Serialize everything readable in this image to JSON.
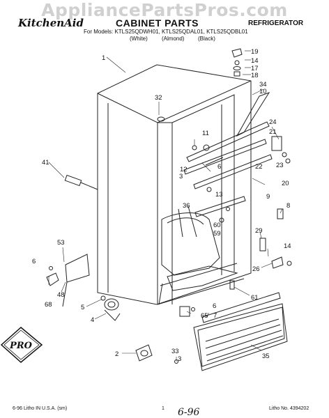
{
  "watermark": "AppliancePartsPros.com",
  "header": {
    "brand": "KitchenAid",
    "title": "CABINET PARTS",
    "subtitle": "REFRIGERATOR",
    "models_line": "For Models: KTLS25QDWH01, KTLS25QDAL01, KTLS25QDBL01",
    "colors": [
      "(White)",
      "(Almond)",
      "(Black)"
    ]
  },
  "callouts": [
    "1",
    "19",
    "14",
    "17",
    "18",
    "34",
    "10",
    "32",
    "11",
    "24",
    "21",
    "22",
    "12",
    "6",
    "3",
    "23",
    "20",
    "13",
    "36",
    "9",
    "41",
    "60",
    "59",
    "8",
    "29",
    "53",
    "14",
    "26",
    "6",
    "68",
    "48",
    "61",
    "5",
    "4",
    "6",
    "65",
    "7",
    "2",
    "33",
    "3",
    "35"
  ],
  "logo_text": "PRO",
  "footer": {
    "left": "6-96 Litho IN U.S.A. (sm)",
    "page": "1",
    "handwritten": "6-96",
    "right": "Litho No. 4394202"
  }
}
